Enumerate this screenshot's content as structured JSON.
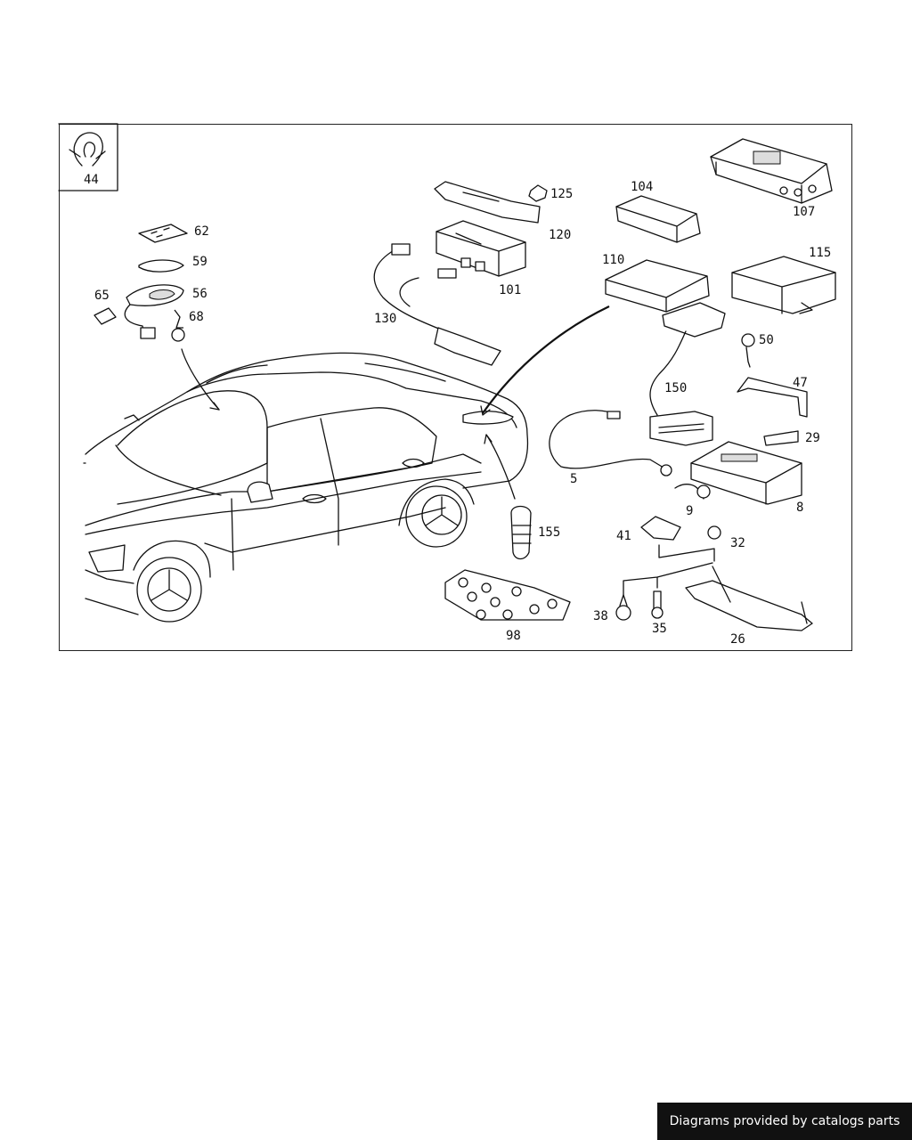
{
  "inset": {
    "label": "44"
  },
  "callouts": {
    "c62": "62",
    "c59": "59",
    "c56": "56",
    "c65": "65",
    "c68": "68",
    "c125": "125",
    "c120": "120",
    "c101": "101",
    "c130": "130",
    "c104": "104",
    "c107": "107",
    "c110": "110",
    "c115": "115",
    "c50": "50",
    "c150": "150",
    "c47": "47",
    "c29": "29",
    "c5": "5",
    "c9": "9",
    "c8": "8",
    "c155": "155",
    "c41": "41",
    "c32": "32",
    "c38": "38",
    "c35": "35",
    "c26": "26",
    "c98": "98"
  },
  "footer": {
    "text": "Diagrams provided by catalogs parts"
  }
}
